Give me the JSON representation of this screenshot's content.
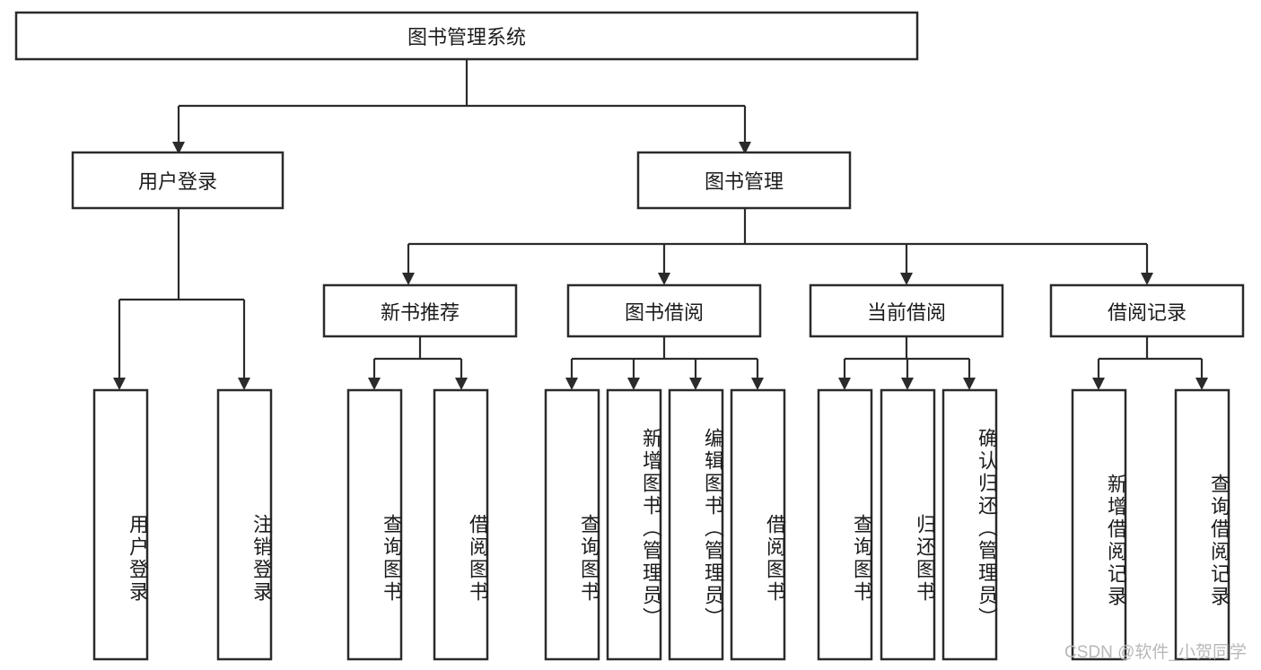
{
  "diagram": {
    "type": "tree",
    "title": "图书管理系统",
    "orientation": "top-down",
    "colors": {
      "box_stroke": "#2b2b2b",
      "box_fill": "#ffffff",
      "connector": "#2b2b2b",
      "text": "#1c1c1c",
      "watermark": "#b8b8b8",
      "background": "#ffffff"
    },
    "root": {
      "id": "root",
      "label": "图书管理系统",
      "orientation": "horizontal"
    },
    "level2": [
      {
        "id": "user-login",
        "label": "用户登录",
        "orientation": "horizontal"
      },
      {
        "id": "book-manage",
        "label": "图书管理",
        "orientation": "horizontal"
      }
    ],
    "level3": [
      {
        "id": "new-book-recommend",
        "label": "新书推荐",
        "orientation": "horizontal",
        "parent": "book-manage"
      },
      {
        "id": "book-borrow",
        "label": "图书借阅",
        "orientation": "horizontal",
        "parent": "book-manage"
      },
      {
        "id": "current-borrow",
        "label": "当前借阅",
        "orientation": "horizontal",
        "parent": "book-manage"
      },
      {
        "id": "borrow-record",
        "label": "借阅记录",
        "orientation": "horizontal",
        "parent": "book-manage"
      }
    ],
    "leaves": [
      {
        "id": "leaf-user-login",
        "label": "用户登录",
        "orientation": "vertical",
        "parent": "user-login"
      },
      {
        "id": "leaf-user-logout",
        "label": "注销登录",
        "orientation": "vertical",
        "parent": "user-login"
      },
      {
        "id": "leaf-query-book-1",
        "label": "查询图书",
        "orientation": "vertical",
        "parent": "new-book-recommend"
      },
      {
        "id": "leaf-borrow-book-1",
        "label": "借阅图书",
        "orientation": "vertical",
        "parent": "new-book-recommend"
      },
      {
        "id": "leaf-query-book-2",
        "label": "查询图书",
        "orientation": "vertical",
        "parent": "book-borrow"
      },
      {
        "id": "leaf-add-book",
        "label": "新增图书（管理员）",
        "orientation": "vertical",
        "parent": "book-borrow"
      },
      {
        "id": "leaf-edit-book",
        "label": "编辑图书（管理员）",
        "orientation": "vertical",
        "parent": "book-borrow"
      },
      {
        "id": "leaf-borrow-book-2",
        "label": "借阅图书",
        "orientation": "vertical",
        "parent": "book-borrow"
      },
      {
        "id": "leaf-query-book-3",
        "label": "查询图书",
        "orientation": "vertical",
        "parent": "current-borrow"
      },
      {
        "id": "leaf-return-book",
        "label": "归还图书",
        "orientation": "vertical",
        "parent": "current-borrow"
      },
      {
        "id": "leaf-confirm-return",
        "label": "确认归还（管理员）",
        "orientation": "vertical",
        "parent": "current-borrow"
      },
      {
        "id": "leaf-add-record",
        "label": "新增借阅记录",
        "orientation": "vertical",
        "parent": "borrow-record"
      },
      {
        "id": "leaf-query-record",
        "label": "查询借阅记录",
        "orientation": "vertical",
        "parent": "borrow-record"
      }
    ]
  },
  "watermark": {
    "text": "CSDN @软件_小贺同学"
  }
}
